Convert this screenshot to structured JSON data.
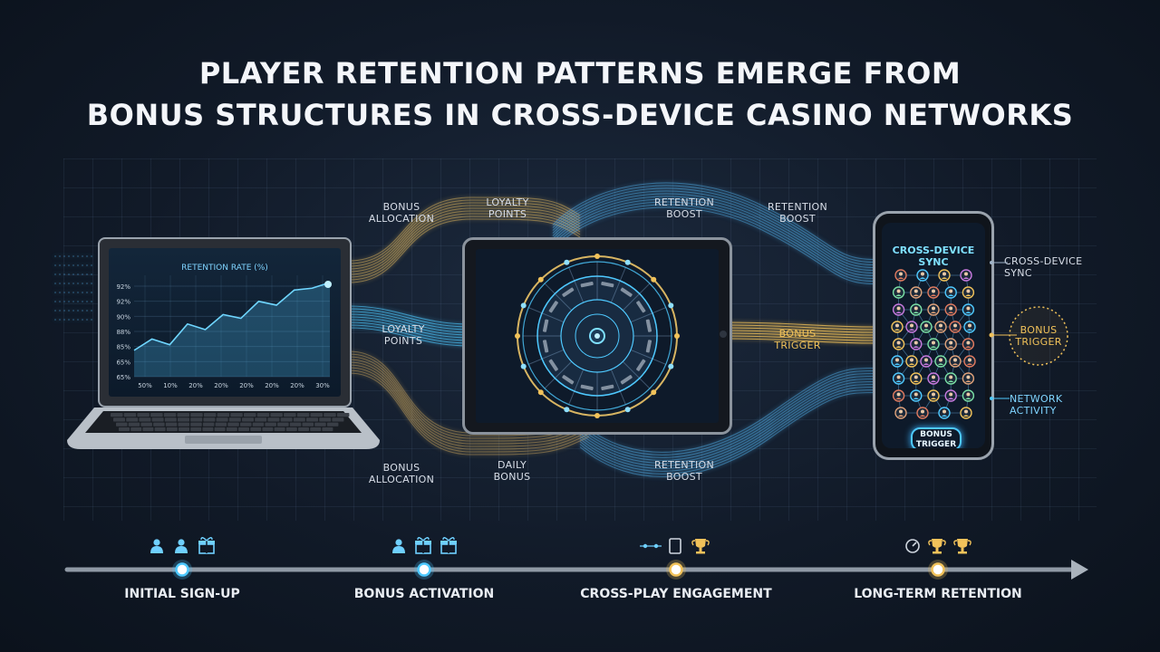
{
  "title": {
    "line1": "PLAYER RETENTION PATTERNS EMERGE FROM",
    "line2": "BONUS STRUCTURES IN CROSS-DEVICE CASINO NETWORKS"
  },
  "laptop": {
    "chart_title": "RETENTION RATE (%)",
    "y_ticks": [
      "92%",
      "92%",
      "90%",
      "88%",
      "85%",
      "65%",
      "65%"
    ],
    "x_ticks": [
      "50%",
      "10%",
      "20%",
      "20%",
      "20%",
      "20%",
      "20%",
      "30%"
    ],
    "series": [
      0.28,
      0.4,
      0.34,
      0.56,
      0.5,
      0.66,
      0.62,
      0.8,
      0.76,
      0.92,
      0.94,
      1.0
    ]
  },
  "flow_labels": {
    "bonus_allocation_top": "BONUS ALLOCATION",
    "loyalty_points_top": "LOYALTY POINTS",
    "retention_boost_top1": "RETENTION BOOST",
    "retention_boost_top2": "RETENTION BOOST",
    "loyalty_points_mid": "LOYALTY POINTS",
    "bonus_trigger_mid": "BONUS TRIGGER",
    "bonus_allocation_bottom": "BONUS ALLOCATION",
    "daily_bonus": "DAILY BONUS",
    "retention_boost_bottom": "RETENTION BOOST"
  },
  "phone": {
    "header": "CROSS-DEVICE SYNC",
    "bonus_button": "BONUS TRIGGER",
    "side_labels": {
      "sync": "CROSS-DEVICE SYNC",
      "trigger": "BONUS TRIGGER",
      "activity": "NETWORK ACTIVITY"
    }
  },
  "timeline": {
    "stages": [
      {
        "label": "INITIAL SIGN-UP",
        "icons": [
          "user-icon",
          "user-icon",
          "gift-icon"
        ]
      },
      {
        "label": "BONUS ACTIVATION",
        "icons": [
          "user-icon",
          "gift-icon",
          "gift-icon"
        ]
      },
      {
        "label": "CROSS-PLAY ENGAGEMENT",
        "icons": [
          "device-link-icon",
          "tablet-icon",
          "trophy-icon"
        ]
      },
      {
        "label": "LONG-TERM RETENTION",
        "icons": [
          "medal-icon",
          "trophy-icon",
          "trophy-icon"
        ]
      }
    ]
  },
  "colors": {
    "blue": "#4ec9ff",
    "gold": "#f1c25a",
    "text": "#e9edf3"
  }
}
